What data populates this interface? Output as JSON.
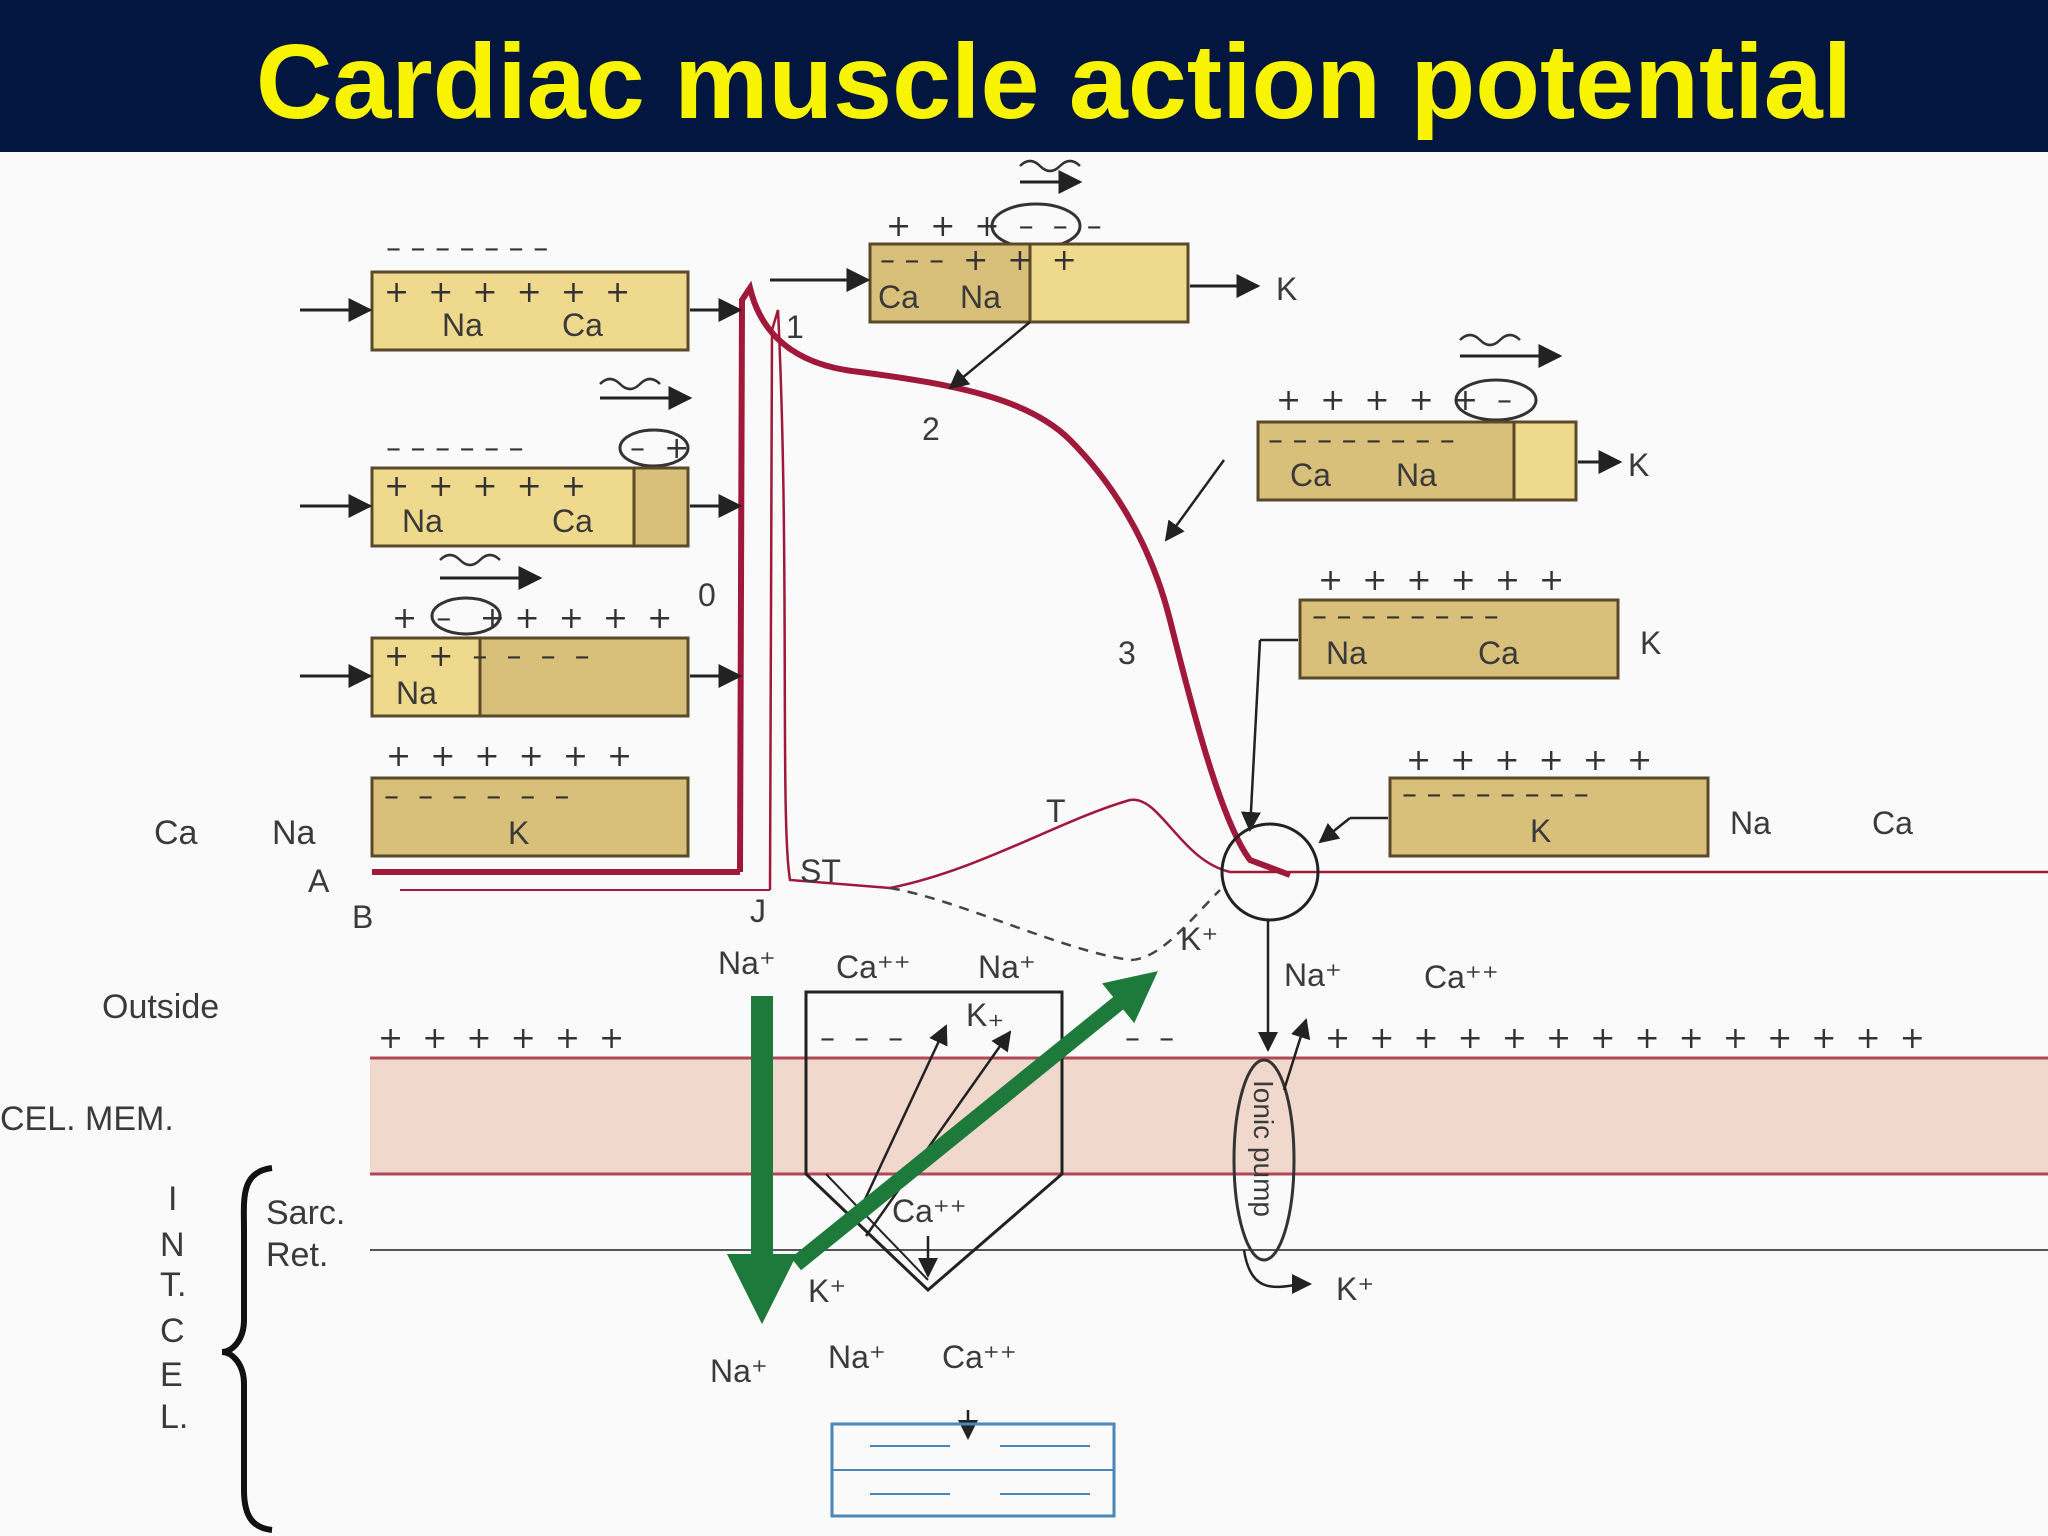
{
  "title": "Cardiac muscle action potential",
  "phases": {
    "p0": "0",
    "p1": "1",
    "p2": "2",
    "p3": "3"
  },
  "ecg": {
    "A": "A",
    "B": "B",
    "J": "J",
    "ST": "ST",
    "T": "T"
  },
  "ions": {
    "Na": "Na",
    "Ca": "Ca",
    "K": "K",
    "Na_plus": "Na⁺",
    "Ca_plus": "Ca⁺⁺",
    "K_plus": "K⁺",
    "K_plus_sub": "K₊"
  },
  "labels": {
    "outside": "Outside",
    "cel_mem": "CEL. MEM.",
    "sarc": "Sarc.",
    "ret": "Ret.",
    "intcel": [
      "I",
      "N",
      "T.",
      "C",
      "E",
      "L."
    ],
    "ionic_pump": "Ionic pump"
  },
  "colors": {
    "title_bg": "#03163f",
    "title_text": "#f8f400",
    "ap_curve": "#a0183a",
    "membrane": "#f0d8cc",
    "box": "#d8c07a",
    "arrow_green": "#1e7a3a"
  }
}
